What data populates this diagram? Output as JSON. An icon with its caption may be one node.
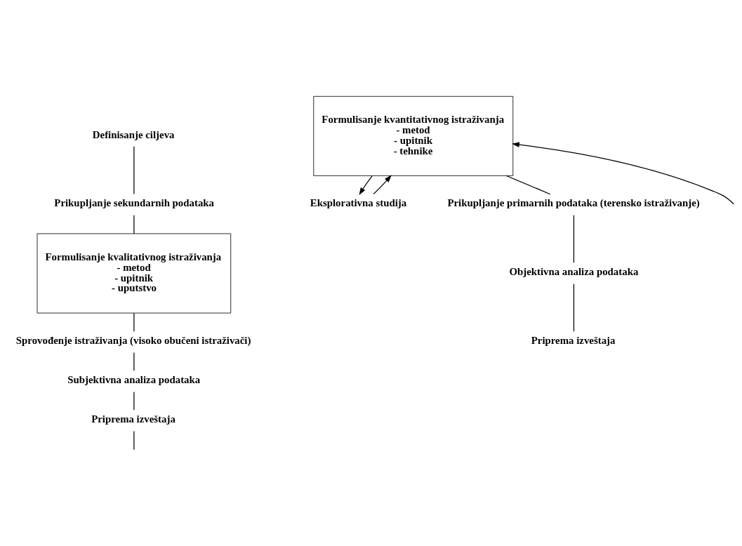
{
  "diagram": {
    "nodes": [
      {
        "text": [
          "Definisanje ciljeva"
        ]
      },
      {
        "text": [
          "Prikupljanje sekundarnih podataka"
        ]
      },
      {
        "text": [
          "Formulisanje kvalitativnog istraživanja",
          "- metod",
          "- upitnik",
          "- uputstvo"
        ]
      },
      {
        "text": [
          "Formulisanje kvantitativnog istraživanja",
          "- metod",
          "- upitnik",
          "- tehnike"
        ]
      },
      {
        "text": [
          "Eksplorativna studija"
        ]
      },
      {
        "text": [
          "Sprovođenje istraživanja (visoko obučeni istraživači)"
        ]
      },
      {
        "text": [
          "Subjektivna analiza podataka"
        ]
      },
      {
        "text": [
          "Priprema izveštaja"
        ]
      },
      {
        "text": [
          "Prikupljanje primarnih podataka (terensko istraživanje)"
        ]
      },
      {
        "text": [
          "Objektivna analiza podataka"
        ]
      },
      {
        "text": [
          "Priprema izveštaja"
        ]
      }
    ],
    "edges": [
      {
        "from": 0,
        "to": 1,
        "arrow": "none"
      },
      {
        "from": 1,
        "to": 2,
        "arrow": "none"
      },
      {
        "from": 3,
        "to": 4,
        "arrow": "to"
      },
      {
        "from": 4,
        "to": 3,
        "arrow": "to"
      },
      {
        "from": null,
        "to": 3,
        "arrow": "to"
      },
      {
        "from": 2,
        "to": 5,
        "arrow": "none"
      },
      {
        "from": 5,
        "to": 6,
        "arrow": "none"
      },
      {
        "from": 6,
        "to": 7,
        "arrow": "none"
      },
      {
        "from": 7,
        "to": null,
        "arrow": "none"
      },
      {
        "from": 3,
        "to": 8,
        "arrow": "none"
      },
      {
        "from": 8,
        "to": 9,
        "arrow": "none"
      },
      {
        "from": 9,
        "to": 10,
        "arrow": "none"
      }
    ]
  }
}
